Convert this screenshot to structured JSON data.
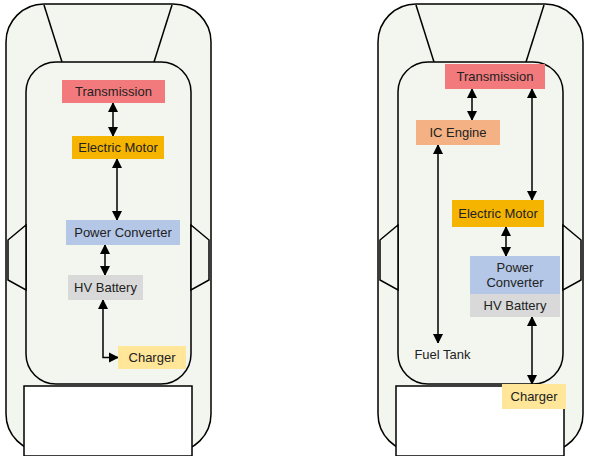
{
  "diagram": {
    "nodes": [
      {
        "text": [
          "Transmission"
        ]
      },
      {
        "text": [
          "Electric Motor"
        ]
      },
      {
        "text": [
          "Power Converter"
        ]
      },
      {
        "text": [
          "HV Battery"
        ]
      },
      {
        "text": [
          "Charger"
        ]
      },
      {
        "text": [
          "Transmission"
        ]
      },
      {
        "text": [
          "IC Engine"
        ]
      },
      {
        "text": [
          "Electric Motor"
        ]
      },
      {
        "text": [
          "Power Converter"
        ]
      },
      {
        "text": [
          "HV Battery"
        ]
      },
      {
        "text": [
          "Fuel Tank"
        ]
      },
      {
        "text": [
          "Charger"
        ]
      }
    ],
    "edges": [
      {
        "from": 0,
        "to": 1,
        "arrow": "both"
      },
      {
        "from": 1,
        "to": 2,
        "arrow": "both"
      },
      {
        "from": 2,
        "to": 3,
        "arrow": "both"
      },
      {
        "from": 3,
        "to": 4,
        "arrow": "both"
      },
      {
        "from": 5,
        "to": 6,
        "arrow": "both"
      },
      {
        "from": 5,
        "to": 7,
        "arrow": "both"
      },
      {
        "from": 6,
        "to": 10,
        "arrow": "both"
      },
      {
        "from": 7,
        "to": 8,
        "arrow": "both"
      },
      {
        "from": 8,
        "to": 9,
        "arrow": "both"
      },
      {
        "from": 9,
        "to": 11,
        "arrow": "both"
      }
    ]
  }
}
